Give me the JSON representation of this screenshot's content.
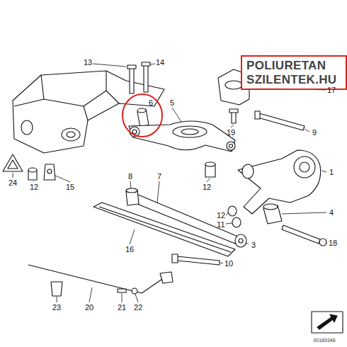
{
  "diagram": {
    "nodes": [
      {
        "text": [
          "POLIURETAN SZILENTEK.HU"
        ]
      }
    ],
    "labels": [
      "13",
      "14",
      "6",
      "5",
      "17",
      "19",
      "9",
      "24",
      "12",
      "15",
      "8",
      "7",
      "12",
      "1",
      "4",
      "12",
      "11",
      "3",
      "18",
      "16",
      "10",
      "23",
      "20",
      "21",
      "22",
      "00189346"
    ]
  }
}
